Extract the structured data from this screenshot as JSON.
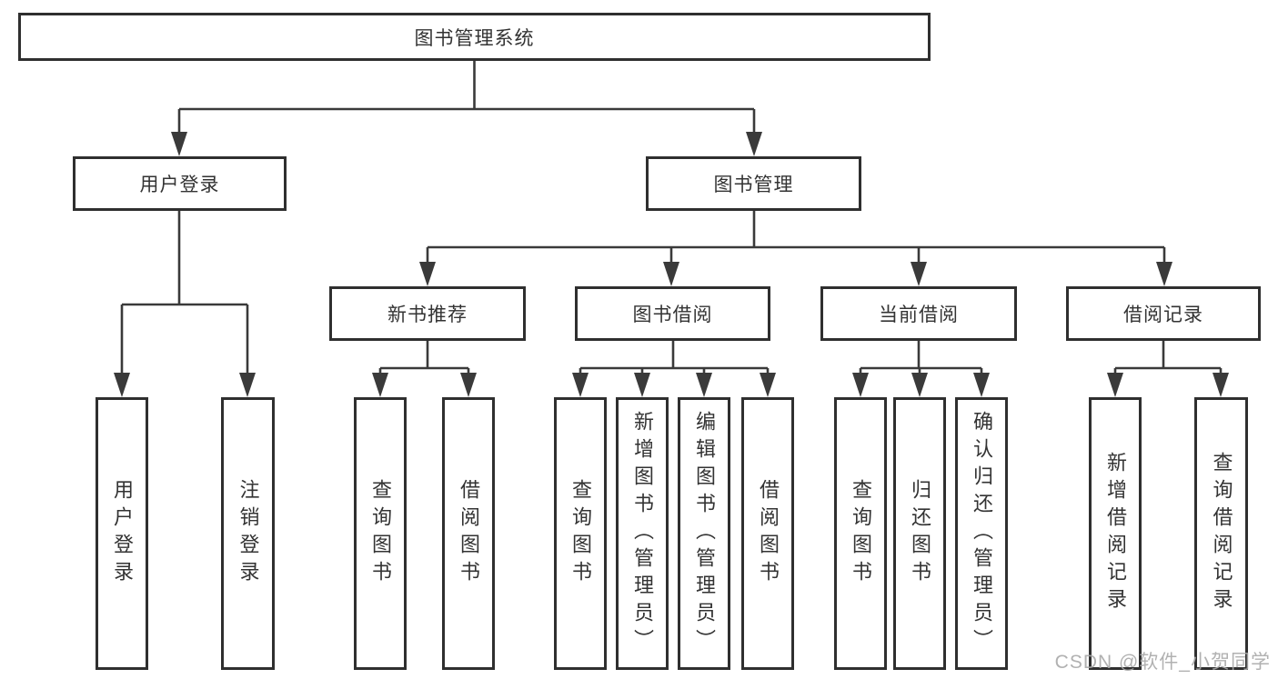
{
  "palette": {
    "line": "#3a3a3a",
    "box_border": "#2f2f2f",
    "text": "#333333",
    "background": "#ffffff",
    "watermark_color": "#a8a8a8"
  },
  "watermark": {
    "text": "CSDN @软件_小贺同学"
  },
  "tree": {
    "label": "图书管理系统",
    "children": [
      {
        "label": "用户登录",
        "children": [
          {
            "label": "用户登录"
          },
          {
            "label": "注销登录"
          }
        ]
      },
      {
        "label": "图书管理",
        "children": [
          {
            "label": "新书推荐",
            "children": [
              {
                "label": "查询图书"
              },
              {
                "label": "借阅图书"
              }
            ]
          },
          {
            "label": "图书借阅",
            "children": [
              {
                "label": "查询图书"
              },
              {
                "label": "新增图书（管理员）"
              },
              {
                "label": "编辑图书（管理员）"
              },
              {
                "label": "借阅图书"
              }
            ]
          },
          {
            "label": "当前借阅",
            "children": [
              {
                "label": "查询图书"
              },
              {
                "label": "归还图书"
              },
              {
                "label": "确认归还（管理员）"
              }
            ]
          },
          {
            "label": "借阅记录",
            "children": [
              {
                "label": "新增借阅记录"
              },
              {
                "label": "查询借阅记录"
              }
            ]
          }
        ]
      }
    ]
  }
}
